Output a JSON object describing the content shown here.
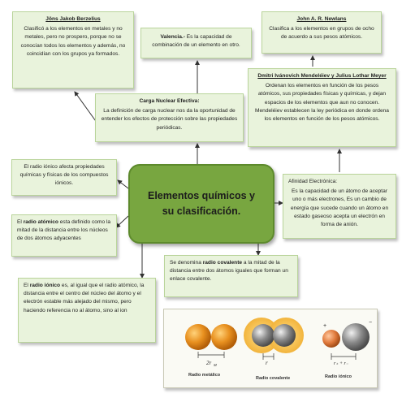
{
  "center_title": "Elementos químicos y su clasificación.",
  "berzelius": {
    "title": "Jöns Jakob Berzelius",
    "text": "Clasificó a los elementos en metales y no metales, pero no prospero, porque no se conocían todos los elementos y además, no coincidían con los grupos ya formados."
  },
  "valencia": {
    "label": "Valencia.-",
    "text": "Es la capacidad de combinación de un elemento en otro."
  },
  "newlands": {
    "title": "John A. R. Newlans",
    "text": "Clasifica a los elementos en grupos de ocho de acuerdo a sus pesos atómicos."
  },
  "mendeleiev": {
    "title": "Dmitri Ivánovich Mendeléiev y Julius Lothar Meyer",
    "text": "Ordenan los elementos en función de los pesos atómicos, sus propiedades físicas y químicas, y dejan espacios de los elementos que aun no conocen. Mendeléiev establecen la ley periódica en donde ordena los elementos en función de los pesos atómicos."
  },
  "carga": {
    "title": "Carga Nuclear Efectiva:",
    "text": "La definición de carga nuclear nos da la oportunidad de entender los efectos de protección sobre las propiedades periódicas."
  },
  "radio_ionico_prop": {
    "text": "El radio iónico afecta propiedades químicas y físicas de los compuestos iónicos."
  },
  "afinidad": {
    "title": "Afinidad Electrónica:",
    "text": "Es la capacidad de un átomo de aceptar uno o más electrones, Es un cambio de energía que sucede cuando un átomo en estado gaseoso acepta un electrón en forma de anión."
  },
  "radio_atomico": {
    "pre": "El ",
    "bold": "radio atómico",
    "post": " esta definido como la mitad de la distancia entre los núcleos de dos átomos adyacentes"
  },
  "radio_covalente": {
    "pre": "Se denomina ",
    "bold": "radio covalente",
    "post": " a la mitad de la distancia entre dos átomos iguales que forman un enlace covalente."
  },
  "radio_ionico": {
    "pre": "El ",
    "bold": "radio iónico",
    "post": " es, al igual que el radio atómico, la distancia entre el centro del núcleo del átomo y el electrón estable más alejado del mismo, pero haciendo referencia no al átomo, sino al ion"
  },
  "figure": {
    "cap_metalico": "Radio metálico",
    "cap_covalente": "Radio covalente",
    "cap_ionico": "Radio iónico",
    "label_2r": "2r",
    "label_2r_sub": "M",
    "label_r": "r",
    "label_ions": "r₊ + r₋",
    "plus": "+",
    "minus": "−"
  },
  "colors": {
    "box_fill": "#e9f3dc",
    "box_border": "#b9d49a",
    "center_fill": "#78a640",
    "metal_atom": "#e8901f",
    "covalent_atom": "#8a8a8a",
    "cation": "#e07a3c",
    "anion": "#7a7a7a"
  }
}
